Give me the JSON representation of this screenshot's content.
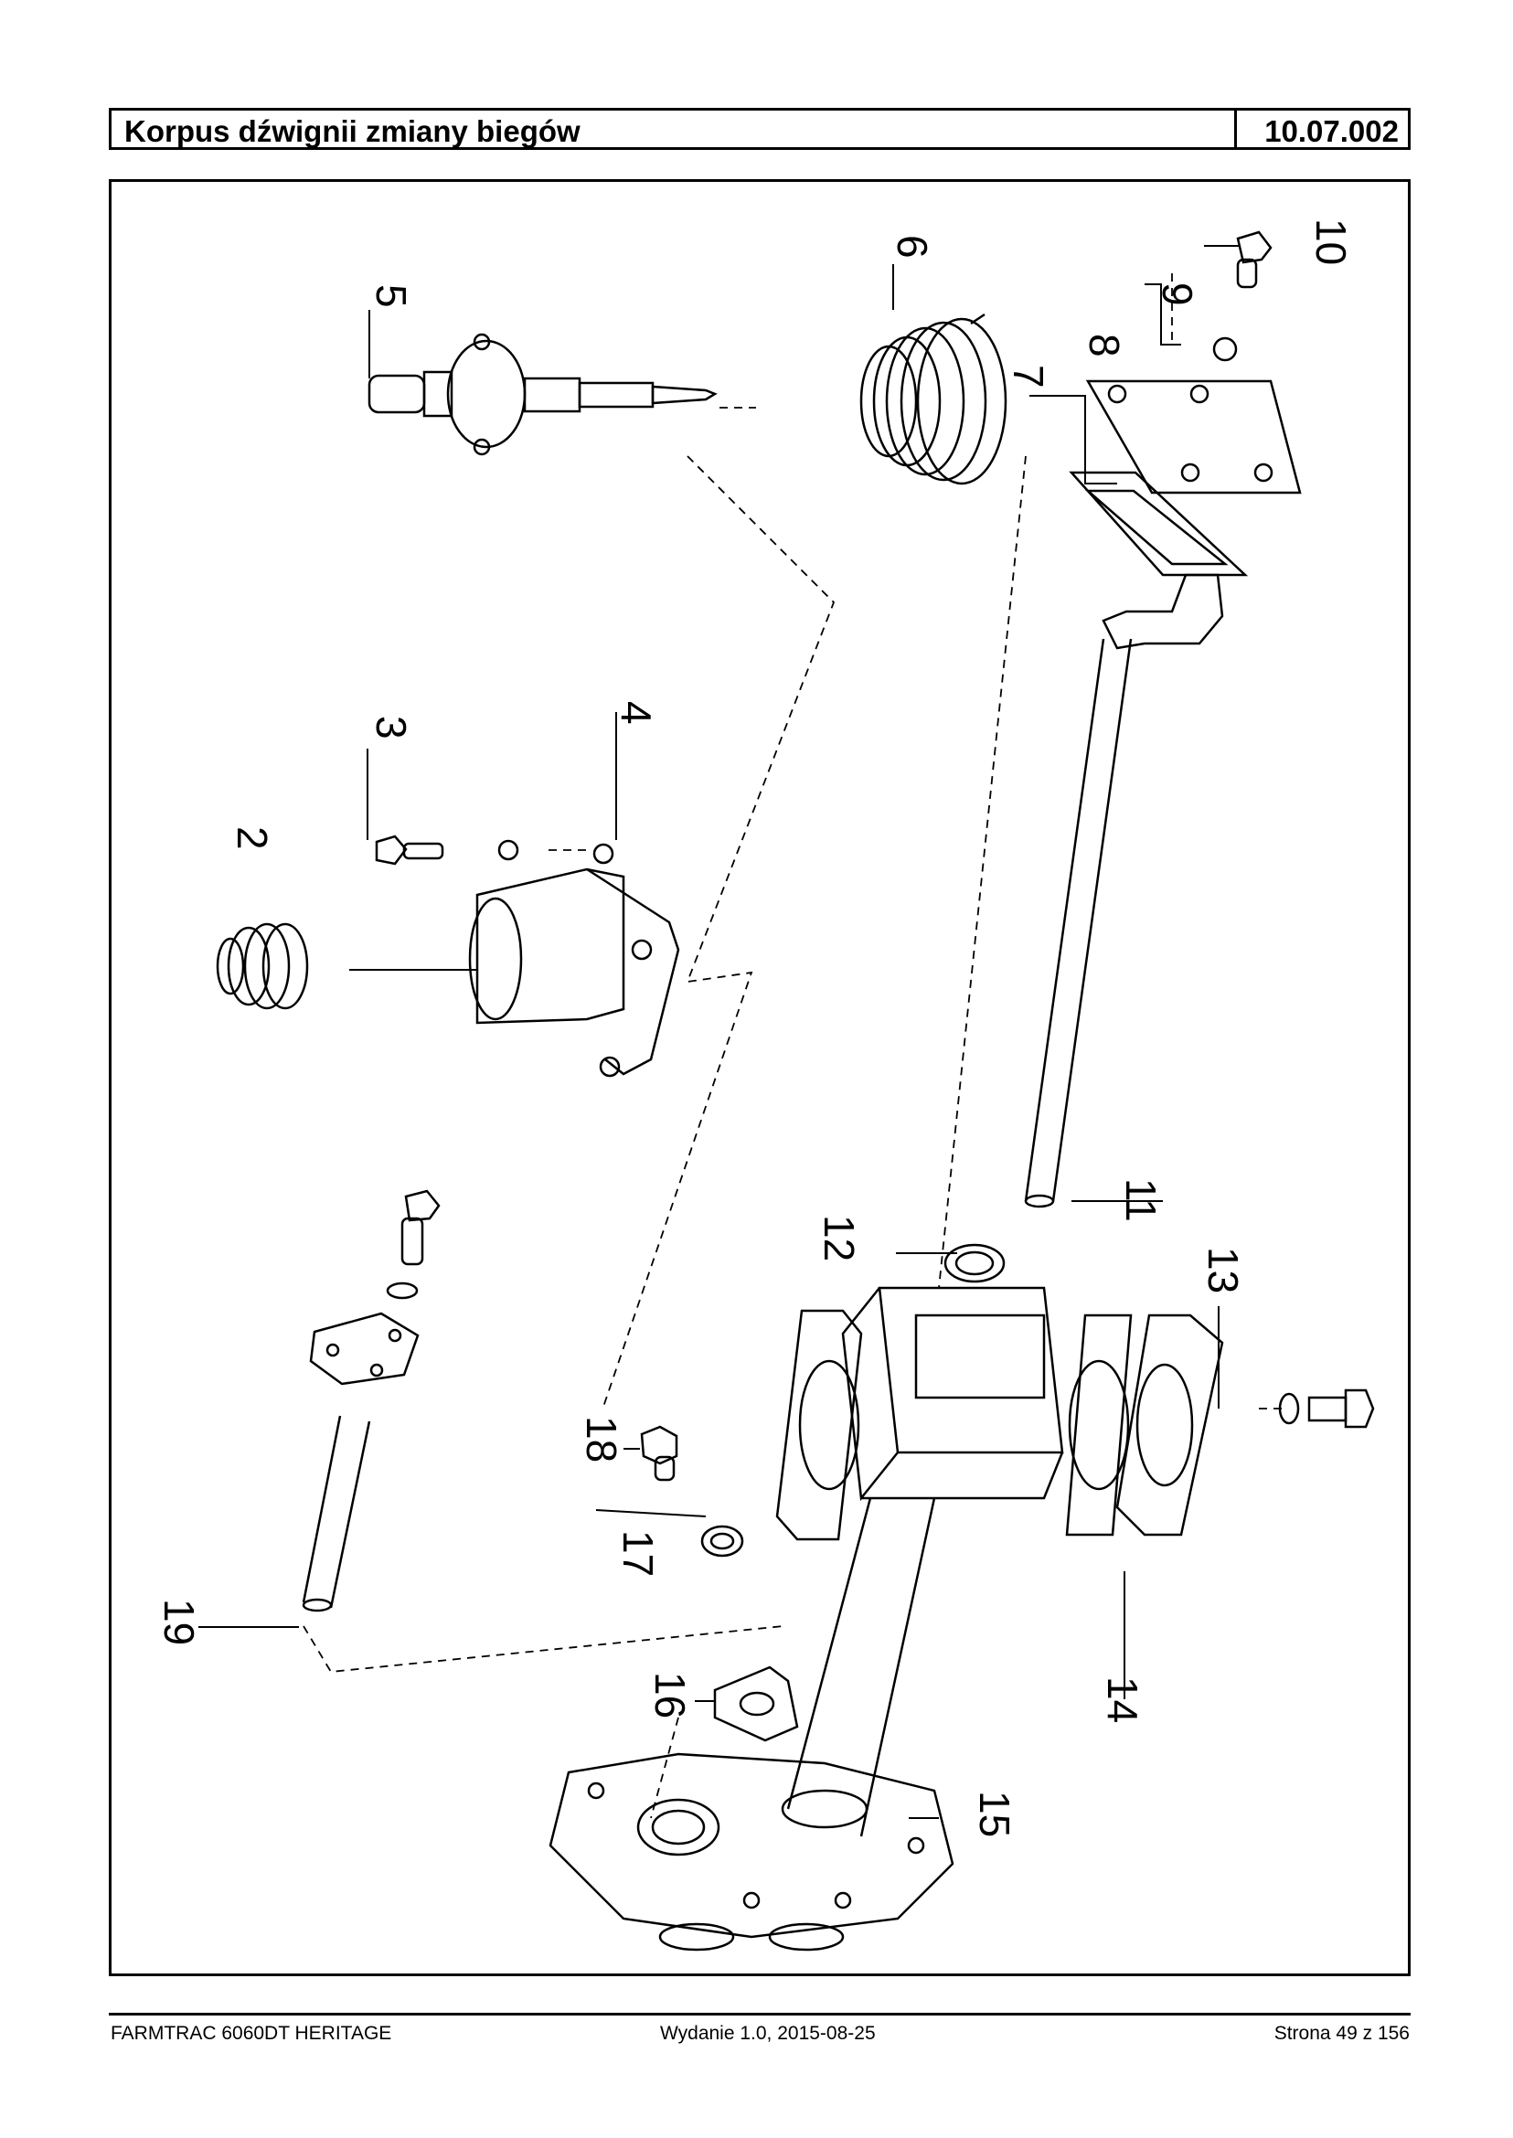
{
  "header": {
    "title": "Korpus dźwignii zmiany biegów",
    "code": "10.07.002"
  },
  "diagram": {
    "part_labels": [
      {
        "id": "label-1",
        "text": "2"
      },
      {
        "id": "label-2",
        "text": "3"
      },
      {
        "id": "label-3",
        "text": "4"
      },
      {
        "id": "label-4",
        "text": "5"
      },
      {
        "id": "label-5",
        "text": "6"
      },
      {
        "id": "label-6",
        "text": "7"
      },
      {
        "id": "label-7",
        "text": "8"
      },
      {
        "id": "label-8",
        "text": "9"
      },
      {
        "id": "label-9",
        "text": "10"
      },
      {
        "id": "label-10",
        "text": "11"
      },
      {
        "id": "label-11",
        "text": "12"
      },
      {
        "id": "label-12",
        "text": "13"
      },
      {
        "id": "label-13",
        "text": "14"
      },
      {
        "id": "label-14",
        "text": "15"
      },
      {
        "id": "label-15",
        "text": "16"
      },
      {
        "id": "label-16",
        "text": "17"
      },
      {
        "id": "label-17",
        "text": "18"
      },
      {
        "id": "label-18",
        "text": "19"
      }
    ]
  },
  "footer": {
    "model": "FARMTRAC 6060DT HERITAGE",
    "edition": "Wydanie 1.0,  2015-08-25",
    "page": "Strona 49 z 156"
  }
}
